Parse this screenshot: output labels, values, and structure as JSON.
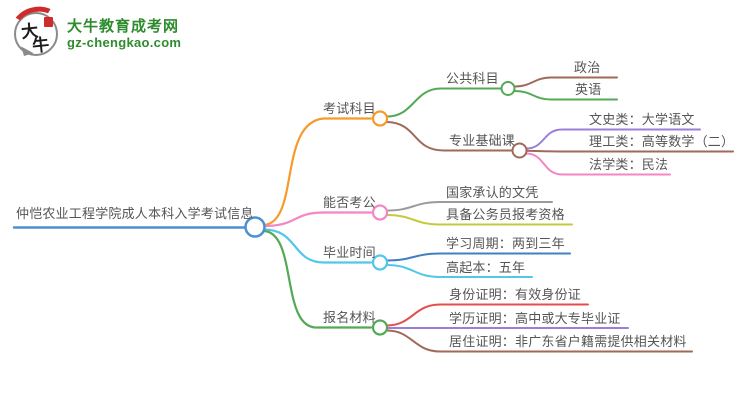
{
  "logo": {
    "bubble_char1": "大",
    "bubble_char2": "牛",
    "title": "大牛教育成考网",
    "url": "gz-chengkao.com"
  },
  "colors": {
    "text": "#555555",
    "root_blue": "#4a90d2",
    "orange": "#f79a2c",
    "pink": "#f585c5",
    "cyan": "#4fc8ea",
    "green": "#55a855",
    "brown": "#a06a5a",
    "purple": "#9a7fd9",
    "gray": "#9b9b9b",
    "olive": "#c6c93e",
    "blue": "#4080c0",
    "red": "#e74c4c",
    "logo_green": "#2e8b2e",
    "logo_red": "#cf2b2b"
  },
  "mindmap": {
    "root": {
      "label": "仲恺农业工程学院成人本科入学考试信息"
    },
    "branches": [
      {
        "label": "考试科目",
        "children": [
          {
            "label": "公共科目",
            "children": [
              {
                "label": "政治"
              },
              {
                "label": "英语"
              }
            ]
          },
          {
            "label": "专业基础课",
            "children": [
              {
                "label": "文史类：大学语文"
              },
              {
                "label": "理工类：高等数学（二）"
              },
              {
                "label": "法学类：民法"
              }
            ]
          }
        ]
      },
      {
        "label": "能否考公",
        "children": [
          {
            "label": "国家承认的文凭"
          },
          {
            "label": "具备公务员报考资格"
          }
        ]
      },
      {
        "label": "毕业时间",
        "children": [
          {
            "label": "学习周期：两到三年"
          },
          {
            "label": "高起本：五年"
          }
        ]
      },
      {
        "label": "报名材料",
        "children": [
          {
            "label": "身份证明：有效身份证"
          },
          {
            "label": "学历证明：高中或大专毕业证"
          },
          {
            "label": "居住证明：非广东省户籍需提供相关材料"
          }
        ]
      }
    ]
  }
}
